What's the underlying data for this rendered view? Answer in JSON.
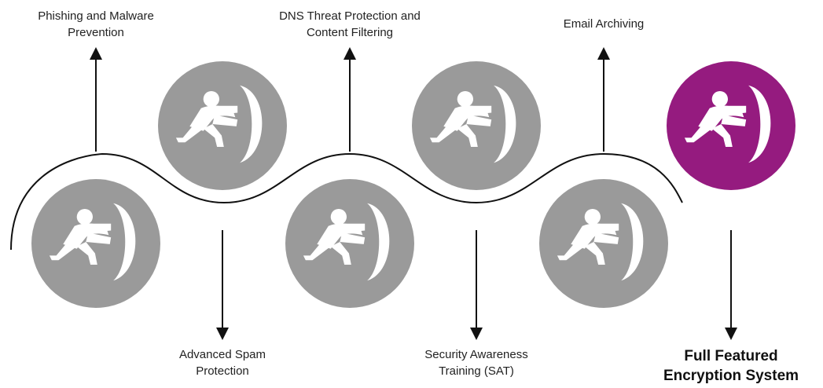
{
  "colors": {
    "inactive_circle": "#9a9a9a",
    "active_circle": "#951b7f",
    "icon": "#ffffff",
    "line": "#111111",
    "text": "#222222"
  },
  "icon_name": "person-pushing-shield-icon",
  "steps": [
    {
      "label_lines": [
        "Phishing and Malware",
        "Prevention"
      ],
      "active": false
    },
    {
      "label_lines": [
        "Advanced Spam",
        "Protection"
      ],
      "active": false
    },
    {
      "label_lines": [
        "DNS Threat Protection and",
        "Content Filtering"
      ],
      "active": false
    },
    {
      "label_lines": [
        "Security Awareness",
        "Training (SAT)"
      ],
      "active": false
    },
    {
      "label_lines": [
        "Email Archiving"
      ],
      "active": false
    },
    {
      "label_lines": [
        "Full Featured",
        "Encryption System"
      ],
      "active": true
    }
  ]
}
